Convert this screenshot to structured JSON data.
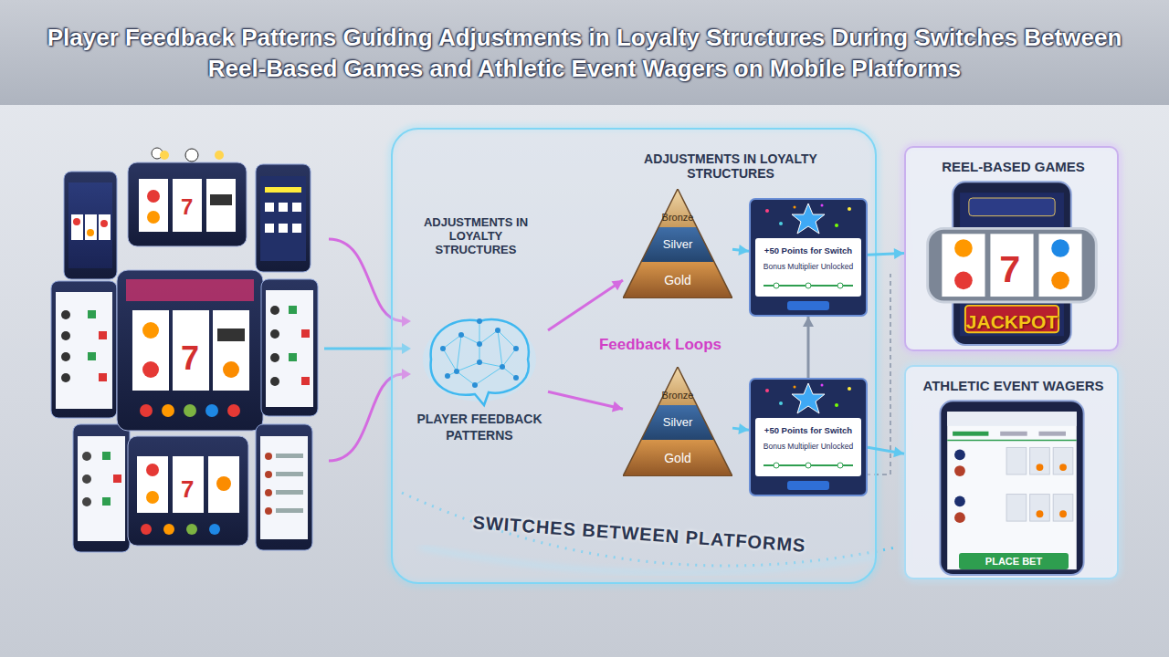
{
  "diagram": {
    "title": "Player Feedback Patterns Guiding Adjustments in Loyalty Structures During Switches Between Reel-Based Games and Athletic Event Wagers on Mobile Platforms",
    "nodes": [
      {
        "text": [
          "SWITCHES BETWEEN PLATFORMS"
        ]
      },
      {
        "text": [
          "PLAYER FEEDBACK PATTERNS"
        ],
        "in": 0
      },
      {
        "text": [
          "Bronze",
          "Silver",
          "Gold"
        ],
        "in": 0
      },
      {
        "text": [
          "+50 Points for Switch",
          "Bonus Multiplier Unlocked"
        ],
        "in": 0
      },
      {
        "text": [
          "Bronze",
          "Silver",
          "Gold"
        ],
        "in": 0
      },
      {
        "text": [
          "+50 Points for Switch",
          "Bonus Multiplier Unlocked"
        ],
        "in": 0
      },
      {
        "text": [
          "REEL-BASED GAMES"
        ]
      },
      {
        "text": [
          "ATHLETIC EVENT WAGERS"
        ]
      }
    ],
    "edges": [
      {
        "from": 1,
        "to": 2,
        "arrow": "to"
      },
      {
        "from": 1,
        "to": 4,
        "arrow": "to"
      },
      {
        "from": 2,
        "to": 3,
        "arrow": "to"
      },
      {
        "from": 4,
        "to": 5,
        "arrow": "to"
      },
      {
        "from": 3,
        "to": 6,
        "arrow": "to"
      },
      {
        "from": 5,
        "to": 7,
        "arrow": "to"
      },
      {
        "from": 5,
        "to": 3,
        "arrow": "to"
      }
    ],
    "labels": [
      "ADJUSTMENTS IN LOYALTY STRUCTURES",
      "ADJUSTMENTS IN LOYALTY STRUCTURES",
      "Feedback Loops",
      "JACKPOT",
      "PLACE BET"
    ]
  }
}
